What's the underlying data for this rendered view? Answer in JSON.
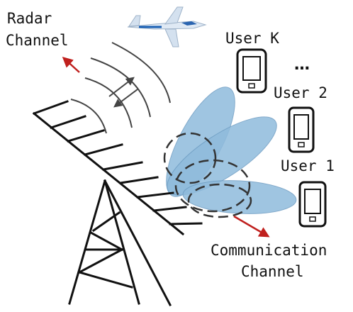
{
  "labels": {
    "radar_line1": "Radar",
    "radar_line2": "Channel",
    "user_k": "User K",
    "ellipsis": "…",
    "user_2": "User 2",
    "user_1": "User 1",
    "comm_line1": "Communication",
    "comm_line2": "Channel"
  },
  "colors": {
    "beam_fill": "#8fbbdc",
    "beam_stroke": "#6d9cc2",
    "arrow": "#c0201e",
    "tower": "#111111",
    "wave": "#444444",
    "aircraft": "#dfe9f4"
  },
  "icons": {
    "aircraft": "fighter-jet-icon",
    "phone": "smartphone-icon",
    "tower": "antenna-tower-icon"
  }
}
